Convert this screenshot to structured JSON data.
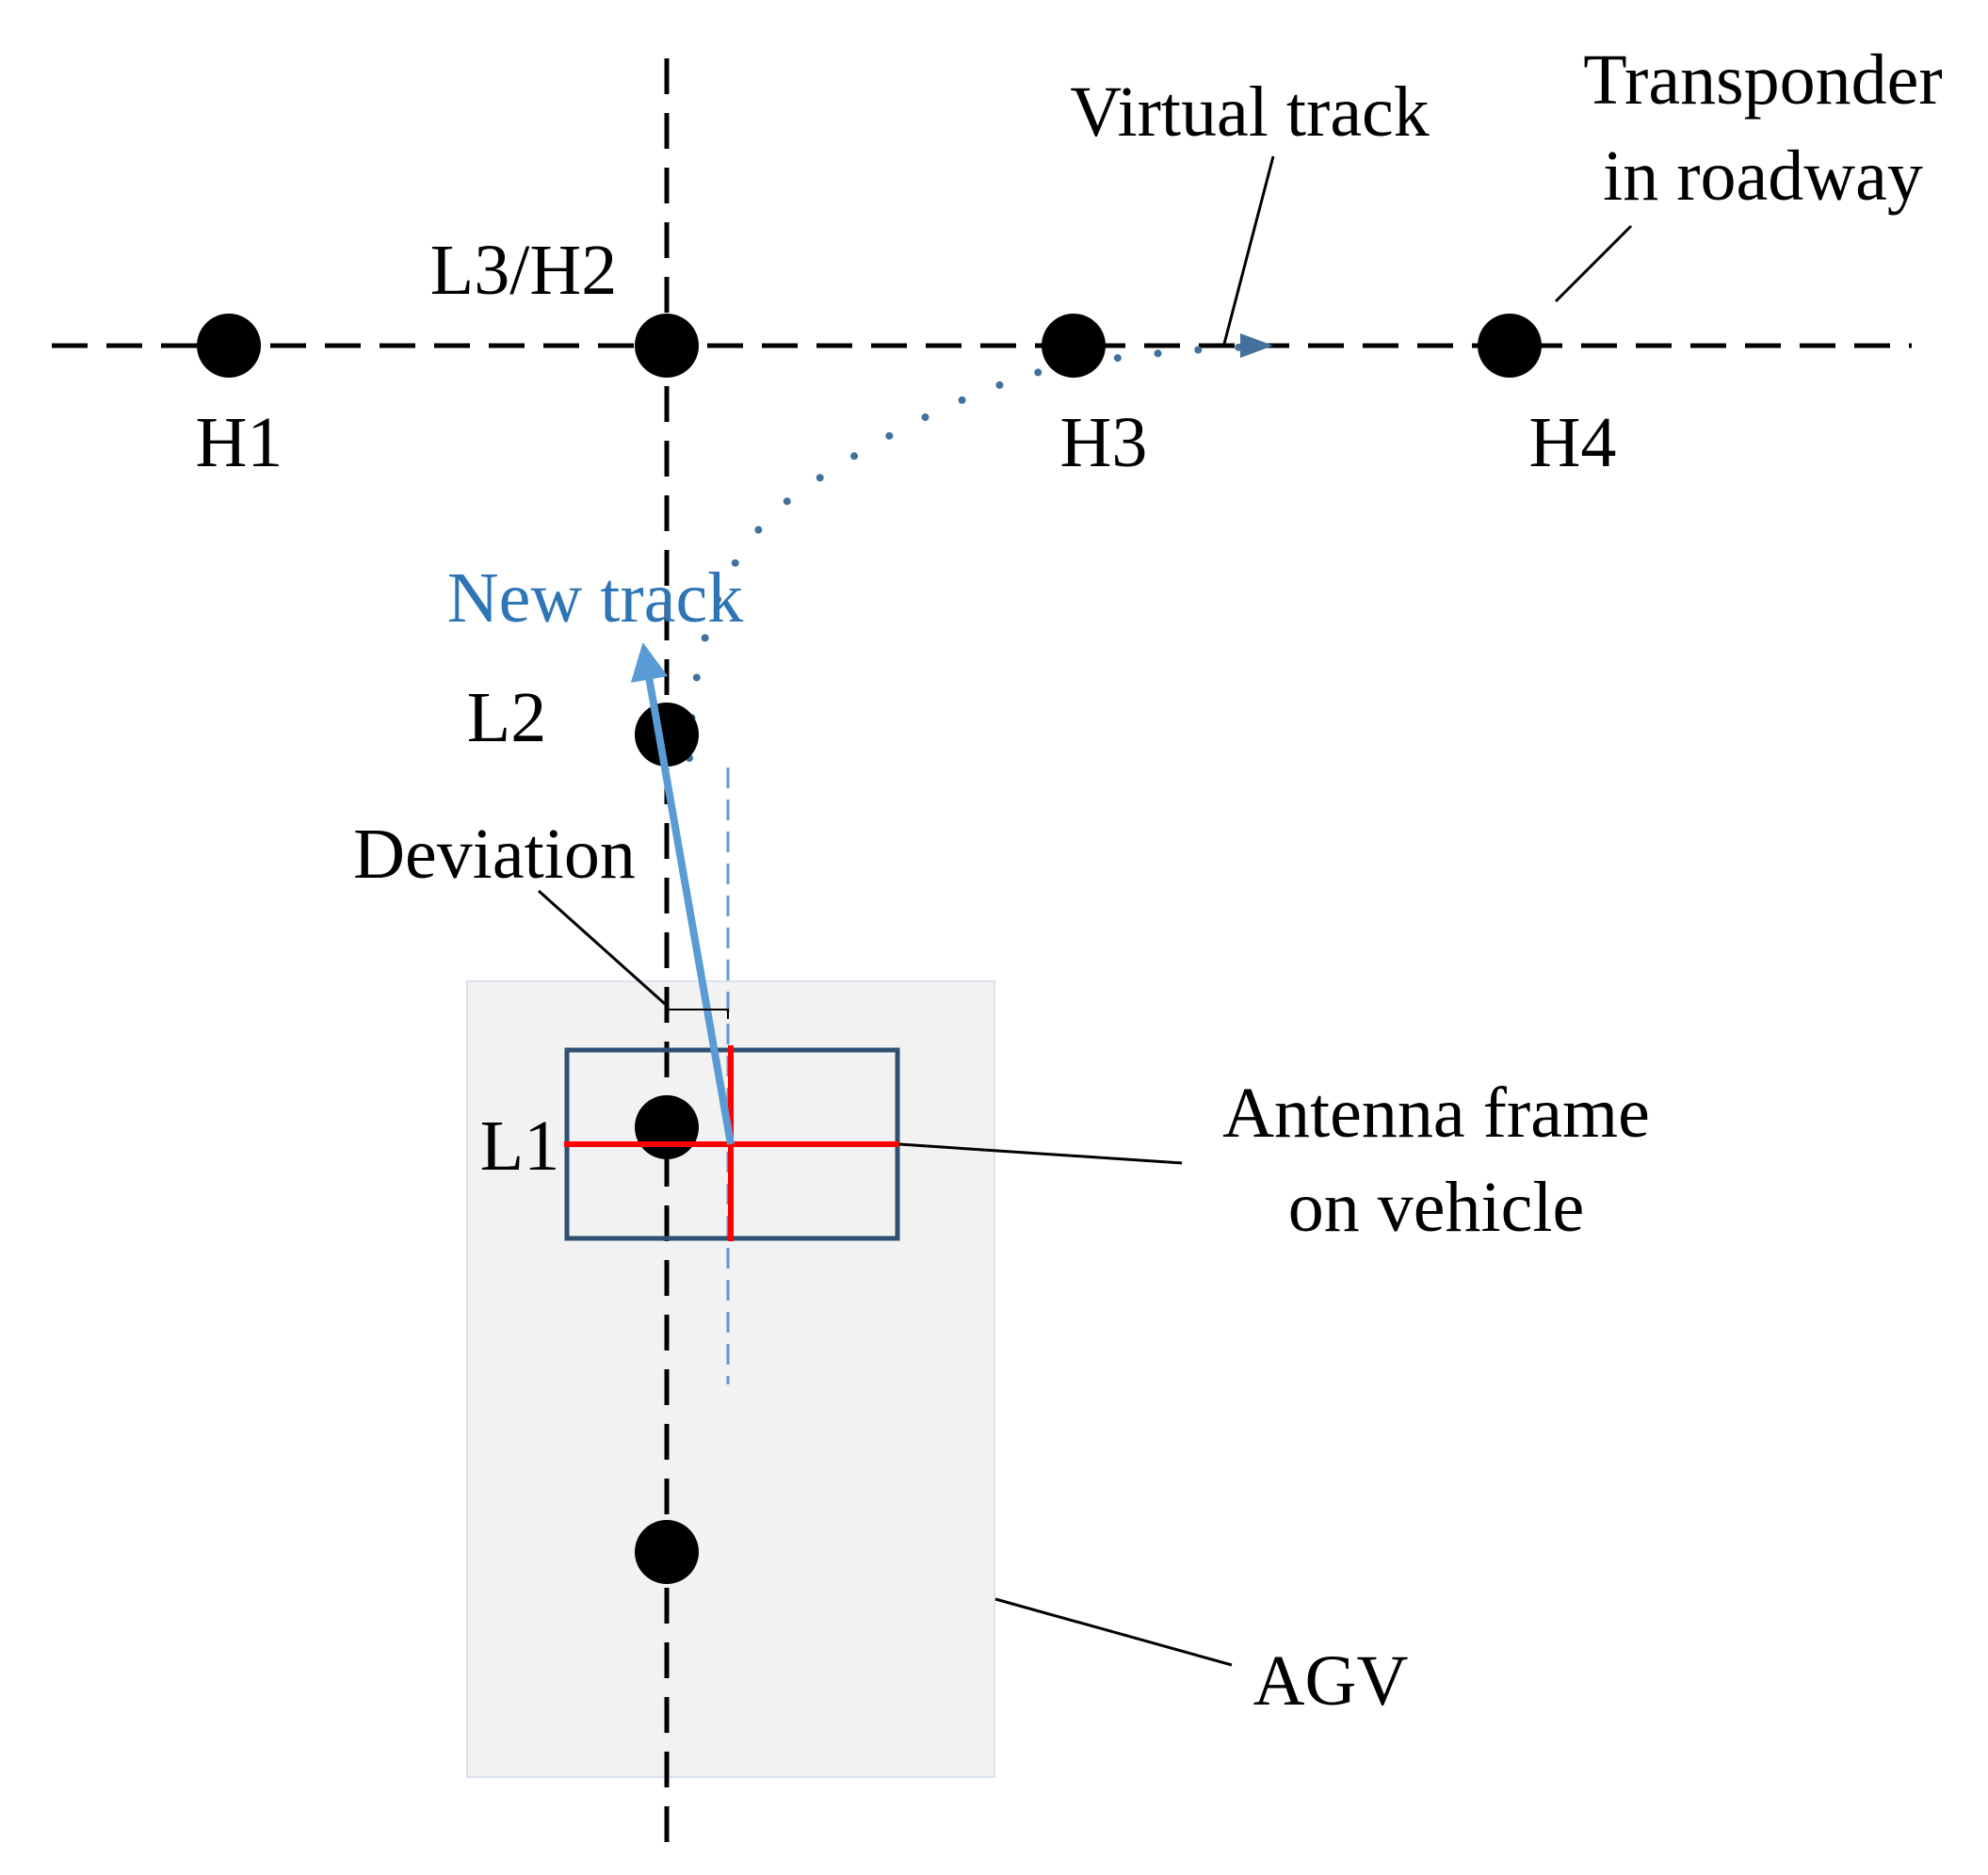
{
  "colors": {
    "black": "#000000",
    "track_blue": "#5b9bd5",
    "dots_blue": "#41719c",
    "frame_blue": "#2e5073",
    "cross_red": "#ff0000",
    "agv_fill": "#f2f2f2",
    "agv_stroke": "#d9e2ef"
  },
  "labels": {
    "virtual_track": "Virtual track",
    "transponder_line1": "Transponder",
    "transponder_line2": "in roadway",
    "l3h2": "L3/H2",
    "h1": "H1",
    "h3": "H3",
    "h4": "H4",
    "new_track": "New track",
    "l2": "L2",
    "deviation": "Deviation",
    "l1": "L1",
    "antenna_line1": "Antenna frame",
    "antenna_line2": "on vehicle",
    "agv": "AGV"
  }
}
